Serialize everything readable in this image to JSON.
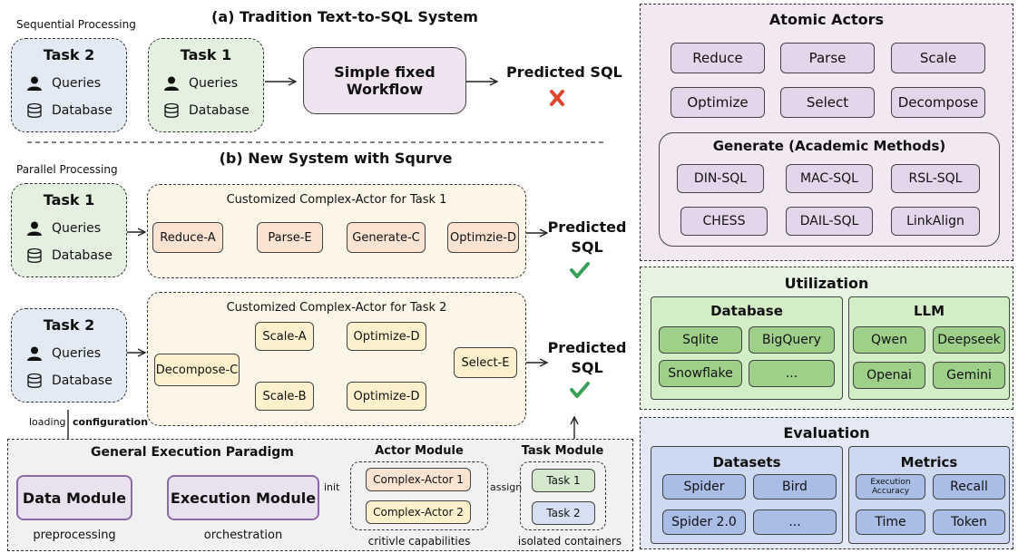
{
  "left": {
    "header_a": "(a)  Tradition Text-to-SQL System",
    "seq_label": "Sequential Processing",
    "task2_a": {
      "title": "Task 2",
      "queries": "Queries",
      "database": "Database"
    },
    "task1_a": {
      "title": "Task 1",
      "queries": "Queries",
      "database": "Database"
    },
    "simple_fixed_workflow": "Simple fixed\nWorkflow",
    "predicted_sql_a": "Predicted SQL",
    "header_b": "(b)  New System with Squrve",
    "parallel_label": "Parallel Processing",
    "task1_b": {
      "title": "Task 1",
      "queries": "Queries",
      "database": "Database"
    },
    "task2_b": {
      "title": "Task 2",
      "queries": "Queries",
      "database": "Database"
    },
    "complex1_title": "Customized Complex-Actor for Task 1",
    "complex1_nodes": [
      "Reduce-A",
      "Parse-E",
      "Generate-C",
      "Optimzie-D"
    ],
    "complex2_title": "Customized Complex-Actor for Task 2",
    "complex2_nodes": {
      "decompose": "Decompose-C",
      "scale_a": "Scale-A",
      "opt_a": "Optimize-D",
      "scale_b": "Scale-B",
      "opt_b": "Optimize-D",
      "select": "Select-E"
    },
    "predicted_sql_1": "Predicted\nSQL",
    "predicted_sql_2": "Predicted\nSQL",
    "loading": "loading",
    "configuration": "configuration"
  },
  "bottom": {
    "title": "General Execution Paradigm",
    "data_module": "Data Module",
    "preprocessing": "preprocessing",
    "execution_module": "Execution Module",
    "orchestration": "orchestration",
    "init": "init",
    "actor_module_title": "Actor Module",
    "complex_actor_1": "Complex-Actor 1",
    "complex_actor_2": "Complex-Actor 2",
    "critivle": "critivle capabilities",
    "assign": "assign",
    "task_module_title": "Task Module",
    "task1": "Task 1",
    "task2": "Task 2",
    "isolated": "isolated containers"
  },
  "right": {
    "atomic_title": "Atomic Actors",
    "atomic": [
      "Reduce",
      "Parse",
      "Scale",
      "Optimize",
      "Select",
      "Decompose"
    ],
    "generate_title": "Generate (Academic Methods)",
    "generate": [
      "DIN-SQL",
      "MAC-SQL",
      "RSL-SQL",
      "CHESS",
      "DAIL-SQL",
      "LinkAlign"
    ],
    "utilization_title": "Utilization",
    "database_title": "Database",
    "database": [
      "Sqlite",
      "BigQuery",
      "Snowflake",
      "..."
    ],
    "llm_title": "LLM",
    "llm": [
      "Qwen",
      "Deepseek",
      "Openai",
      "Gemini"
    ],
    "evaluation_title": "Evaluation",
    "datasets_title": "Datasets",
    "datasets": [
      "Spider",
      "Bird",
      "Spider 2.0",
      "..."
    ],
    "metrics_title": "Metrics",
    "metrics": [
      "Execution\nAccuracy",
      "Recall",
      "Time",
      "Token"
    ]
  }
}
